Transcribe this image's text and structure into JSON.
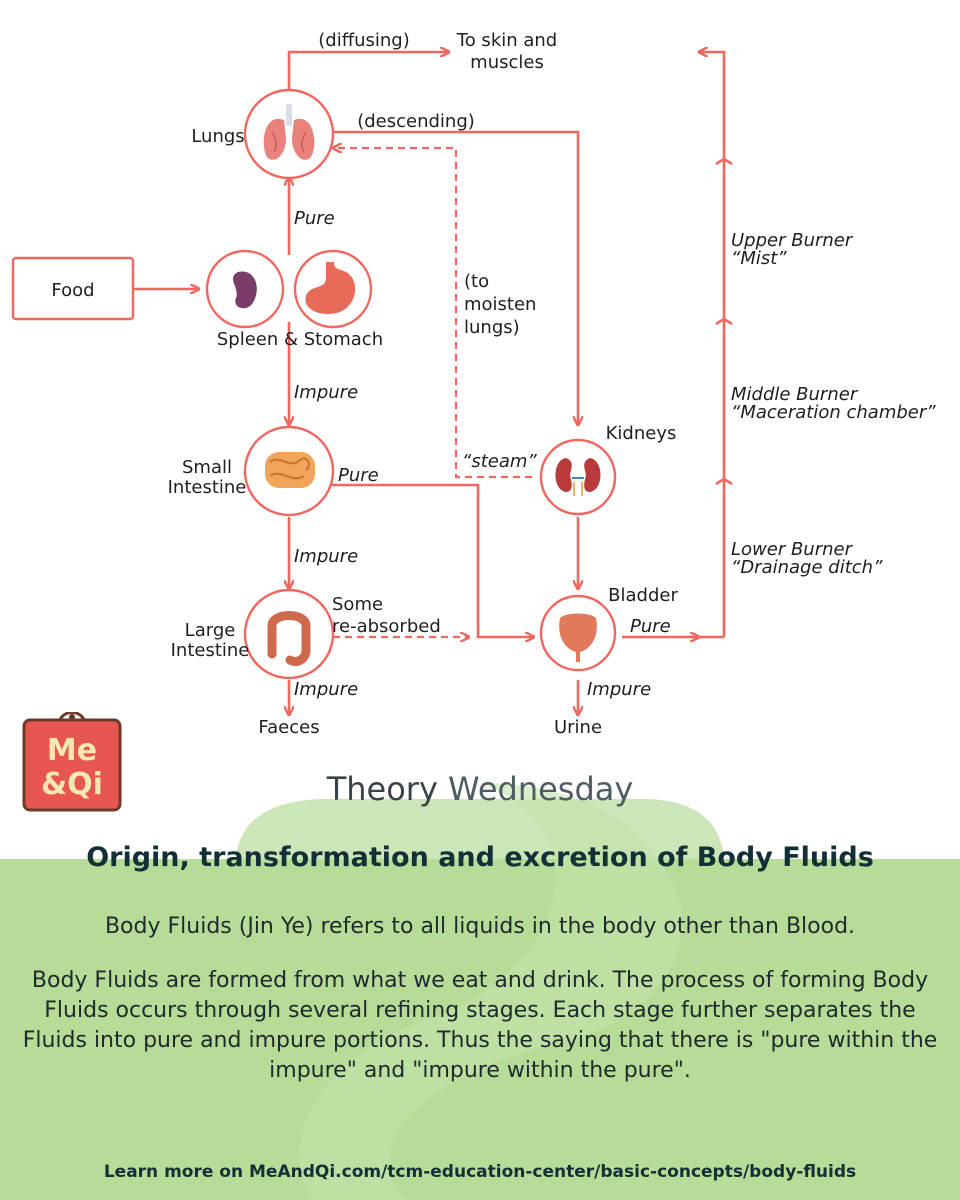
{
  "diagram": {
    "nodes": {
      "food": "Food",
      "lungs": "Lungs",
      "spleen_stomach": "Spleen & Stomach",
      "small_intestine_line1": "Small",
      "small_intestine_line2": "Intestine",
      "large_intestine_line1": "Large",
      "large_intestine_line2": "Intestine",
      "kidneys": "Kidneys",
      "bladder": "Bladder",
      "faeces": "Faeces",
      "urine": "Urine",
      "skin_line1": "To skin and",
      "skin_line2": "muscles"
    },
    "edge_labels": {
      "diffusing": "(diffusing)",
      "descending": "(descending)",
      "pure_lungs": "Pure",
      "impure_stomach": "Impure",
      "pure_si": "Pure",
      "impure_si": "Impure",
      "impure_li": "Impure",
      "impure_bladder": "Impure",
      "pure_bladder": "Pure",
      "moisten_line1": "(to",
      "moisten_line2": "moisten",
      "moisten_line3": "lungs)",
      "steam": "“steam”",
      "reabsorbed_line1": "Some",
      "reabsorbed_line2": "re-absorbed"
    },
    "burners": {
      "upper_line1": "Upper Burner",
      "upper_line2": "“Mist”",
      "middle_line1": "Middle Burner",
      "middle_line2": "“Maceration chamber”",
      "lower_line1": "Lower Burner",
      "lower_line2": "“Drainage ditch”"
    }
  },
  "logo": {
    "line1": "Me",
    "line2": "&Qi"
  },
  "subtitle": {
    "part1": "Theory ",
    "part2": "Wednesday"
  },
  "title": "Origin, transformation and excretion of Body Fluids",
  "paragraph1": "Body Fluids (Jin Ye) refers to all liquids in the body other than Blood.",
  "paragraph2": "Body Fluids are formed from what we eat and drink. The process of forming Body Fluids occurs through several refining stages. Each stage further separates the Fluids into pure and impure portions. Thus the saying that there is \"pure within the impure\" and \"impure within the pure\".",
  "footer": "Learn more on MeAndQi.com/tcm-education-center/basic-concepts/body-fluids",
  "colors": {
    "accent": "#f0675f",
    "green_light": "#cfe8bd",
    "green_mid": "#b6dc98",
    "dark_text": "#123036"
  }
}
